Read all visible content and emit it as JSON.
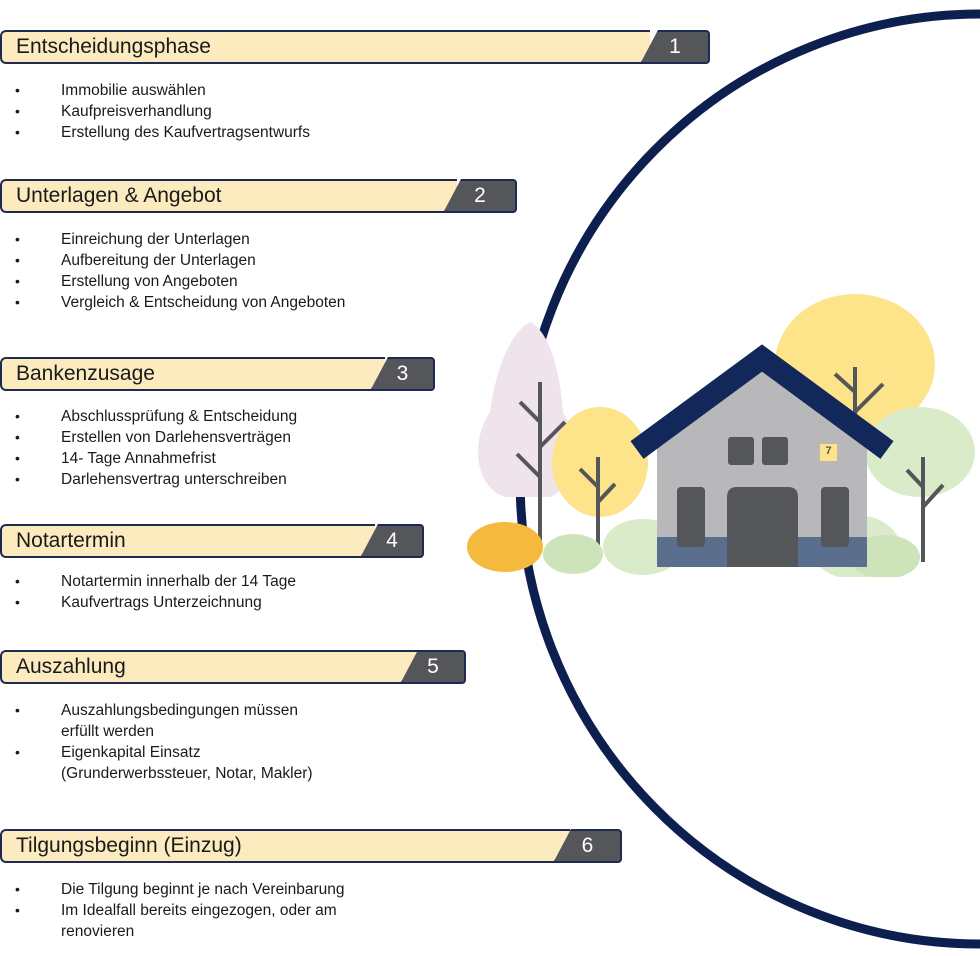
{
  "steps": [
    {
      "number": "1",
      "title": "Entscheidungsphase",
      "items": [
        "Immobilie auswählen",
        "Kaufpreisverhandlung",
        "Erstellung des Kaufvertragsentwurfs"
      ]
    },
    {
      "number": "2",
      "title": "Unterlagen & Angebot",
      "items": [
        "Einreichung der Unterlagen",
        "Aufbereitung der Unterlagen",
        "Erstellung von Angeboten",
        "Vergleich & Entscheidung von Angeboten"
      ]
    },
    {
      "number": "3",
      "title": "Bankenzusage",
      "items": [
        "Abschlussprüfung & Entscheidung",
        "Erstellen von Darlehensverträgen",
        "14- Tage Annahmefrist",
        "Darlehensvertrag unterschreiben"
      ]
    },
    {
      "number": "4",
      "title": "Notartermin",
      "items": [
        "Notartermin innerhalb der 14 Tage",
        "Kaufvertrags Unterzeichnung"
      ]
    },
    {
      "number": "5",
      "title": "Auszahlung",
      "items": [
        "Auszahlungsbedingungen müssen\nerfüllt werden",
        "Eigenkapital Einsatz\n(Grunderwerbssteuer, Notar, Makler)"
      ]
    },
    {
      "number": "6",
      "title": "Tilgungsbeginn (Einzug)",
      "items": [
        "Die Tilgung beginnt je nach Vereinbarung",
        "Im Idealfall bereits eingezogen, oder am\nrenovieren"
      ]
    }
  ],
  "house": {
    "door_number": "7"
  },
  "colors": {
    "arc": "#0d1f4f",
    "header_fill": "#fbebbf",
    "number_fill": "#555659",
    "roof": "#13285a",
    "house_wall": "#b8b8ba"
  }
}
